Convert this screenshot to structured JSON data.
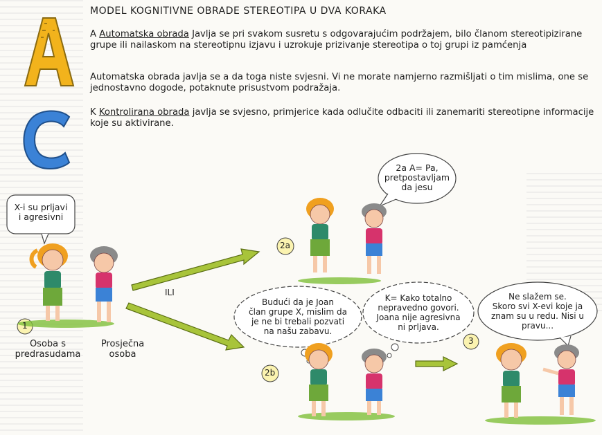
{
  "title": "MODEL KOGNITIVNE OBRADE STEREOTIPA U DVA KORAKA",
  "letters": {
    "a": "A",
    "c": "C"
  },
  "section_a": {
    "prefix": "A ",
    "term": "Automatska obrada",
    "text": " Javlja se pri svakom susretu s odgovarajućim podržajem, bilo članom stereotipizirane grupe ili nailaskom na stereotipnu izjavu i uzrokuje prizivanje stereotipa o toj grupi iz pamćenja",
    "text2": "Automatska obrada javlja se a da toga niste svjesni. Vi ne morate namjerno razmišljati o tim mislima, one se jednostavno dogode, potaknute prisustvom podražaja."
  },
  "section_k": {
    "prefix": "K ",
    "term": "Kontrolirana obrada",
    "text": " javlja se svjesno, primjerice kada odlučite odbaciti ili zanemariti stereotipne informacije koje su aktivirane."
  },
  "bubbles": {
    "step1": [
      "X-i su prljavi",
      "i agresivni"
    ],
    "step2a": [
      "2a A= Pa,",
      "pretpostavljam",
      "da jesu"
    ],
    "step2b_girl": [
      "Budući da je Joan",
      "član grupe X, mislim da",
      "je ne bi trebali pozvati",
      "na našu zabavu."
    ],
    "step2b_boy": [
      "K= Kako totalno",
      "nepravedno govori.",
      "Joana nije agresivna",
      "ni prljava."
    ],
    "step3": [
      "Ne slažem se.",
      "Skoro svi X-evi koje ja",
      "znam su u redu. Nisi u",
      "pravu..."
    ]
  },
  "captions": {
    "person1": [
      "Osoba s",
      "predrasudama"
    ],
    "person2": [
      "Prosječna",
      "osoba"
    ]
  },
  "or_label": "ILI",
  "step_labels": {
    "s1": "1",
    "s2a": "2a",
    "s2b": "2b",
    "s3": "3"
  },
  "colors": {
    "letter_a": "#f2b31c",
    "letter_c": "#3b82d6",
    "arrow": "#a8c43a",
    "girl_hair": "#f0a020",
    "boy_hair": "#8a8a8a"
  }
}
